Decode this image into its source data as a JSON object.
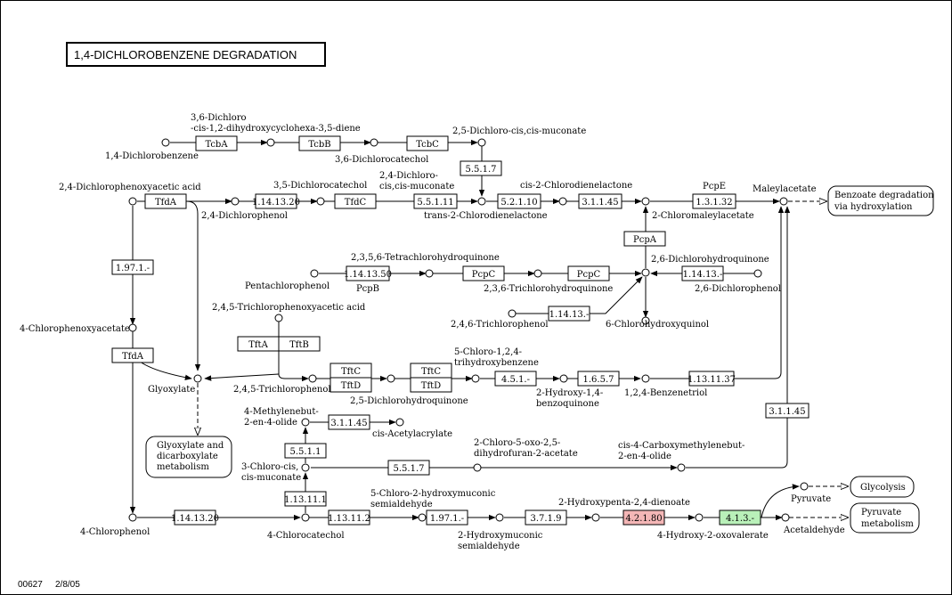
{
  "title": "1,4-DICHLOROBENZENE DEGRADATION",
  "footer": {
    "map_id": "00627",
    "date": "2/8/05"
  },
  "colors": {
    "pink": "#f4b6b6",
    "green": "#b9f0b9"
  },
  "compounds": {
    "c1": "1,4-Dichlorobenzene",
    "c2a": "3,6-Dichloro",
    "c2b": "-cis-1,2-dihydroxycyclohexa-3,5-diene",
    "c3": "3,6-Dichlorocatechol",
    "c4": "2,5-Dichloro-cis,cis-muconate",
    "c5": "2,4-Dichlorophenoxyacetic acid",
    "c6": "2,4-Dichlorophenol",
    "c7": "3,5-Dichlorocatechol",
    "c8a": "2,4-Dichloro-",
    "c8b": "cis,cis-muconate",
    "c9": "trans-2-Chlorodienelactone",
    "c10": "cis-2-Chlorodienelactone",
    "c11": "2-Chloromaleylacetate",
    "c12": "Maleylacetate",
    "c13": "2,3,5,6-Tetrachlorohydroquinone",
    "c14": "Pentachlorophenol",
    "c15": "2,3,6-Trichlorohydroquinone",
    "c16": "2,6-Dichlorohydroquinone",
    "c17": "2,6-Dichlorophenol",
    "c18": "2,4,6-Trichlorophenol",
    "c19": "6-Chlorohydroxyquinol",
    "c20": "4-Chlorophenoxyacetate",
    "c21": "2,4,5-Trichlorophenoxyacetic acid",
    "c22": "Glyoxylate",
    "c23": "2,4,5-Trichlorophenol",
    "c24": "2,5-Dichlorohydroquinone",
    "c25a": "5-Chloro-1,2,4-",
    "c25b": "trihydroxybenzene",
    "c26a": "2-Hydroxy-1,4-",
    "c26b": "benzoquinone",
    "c27": "1,2,4-Benzenetriol",
    "c28a": "4-Methylenebut-",
    "c28b": "2-en-4-olide",
    "c29": "cis-Acetylacrylate",
    "c30a": "3-Chloro-cis,",
    "c30b": "cis-muconate",
    "c31a": "2-Chloro-5-oxo-2,5-",
    "c31b": "dihydrofuran-2-acetate",
    "c32a": "cis-4-Carboxymethylenebut-",
    "c32b": "2-en-4-olide",
    "c33": "4-Chlorophenol",
    "c34": "4-Chlorocatechol",
    "c35a": "5-Chloro-2-hydroxymuconic",
    "c35b": "semialdehyde",
    "c36a": "2-Hydroxymuconic",
    "c36b": "semialdehyde",
    "c37": "2-Hydroxypenta-2,4-dienoate",
    "c38": "4-Hydroxy-2-oxovalerate",
    "c39": "Pyruvate",
    "c40": "Acetaldehyde"
  },
  "enzymes": {
    "e1": "TcbA",
    "e2": "TcbB",
    "e3": "TcbC",
    "e4": "5.5.1.7",
    "e5": "TfdA",
    "e6": "1.14.13.20",
    "e7": "TfdC",
    "e8": "5.5.1.11",
    "e9": "5.2.1.10",
    "e10": "3.1.1.45",
    "e11": "1.3.1.32",
    "e11b": "PcpE",
    "e12": "PcpA",
    "e13": "1.14.13.50",
    "e13b": "PcpB",
    "e14": "PcpC",
    "e15": "PcpC",
    "e16": "1.14.13.-",
    "e17": "1.14.13.-",
    "e18": "1.97.1.-",
    "e19": "TfdA",
    "e20": "TftA",
    "e21": "TftB",
    "e22": "TftC",
    "e23": "TftD",
    "e24": "TftC",
    "e25": "TftD",
    "e26": "4.5.1.-",
    "e27": "1.6.5.7",
    "e28": "1.13.11.37",
    "e29": "3.1.1.45",
    "e30": "3.1.1.45",
    "e31": "5.5.1.1",
    "e32": "5.5.1.7",
    "e33": "1.13.11.1",
    "e34": "1.14.13.20",
    "e35": "1.13.11.2",
    "e36": "1.97.1.-",
    "e37": "3.7.1.9",
    "e38": "4.2.1.80",
    "e39": "4.1.3.-"
  },
  "maps": {
    "m1a": "Benzoate degradation",
    "m1b": "via hydroxylation",
    "m2a": "Glyoxylate and",
    "m2b": "dicarboxylate",
    "m2c": "metabolism",
    "m3": "Glycolysis",
    "m4a": "Pyruvate",
    "m4b": "metabolism"
  }
}
